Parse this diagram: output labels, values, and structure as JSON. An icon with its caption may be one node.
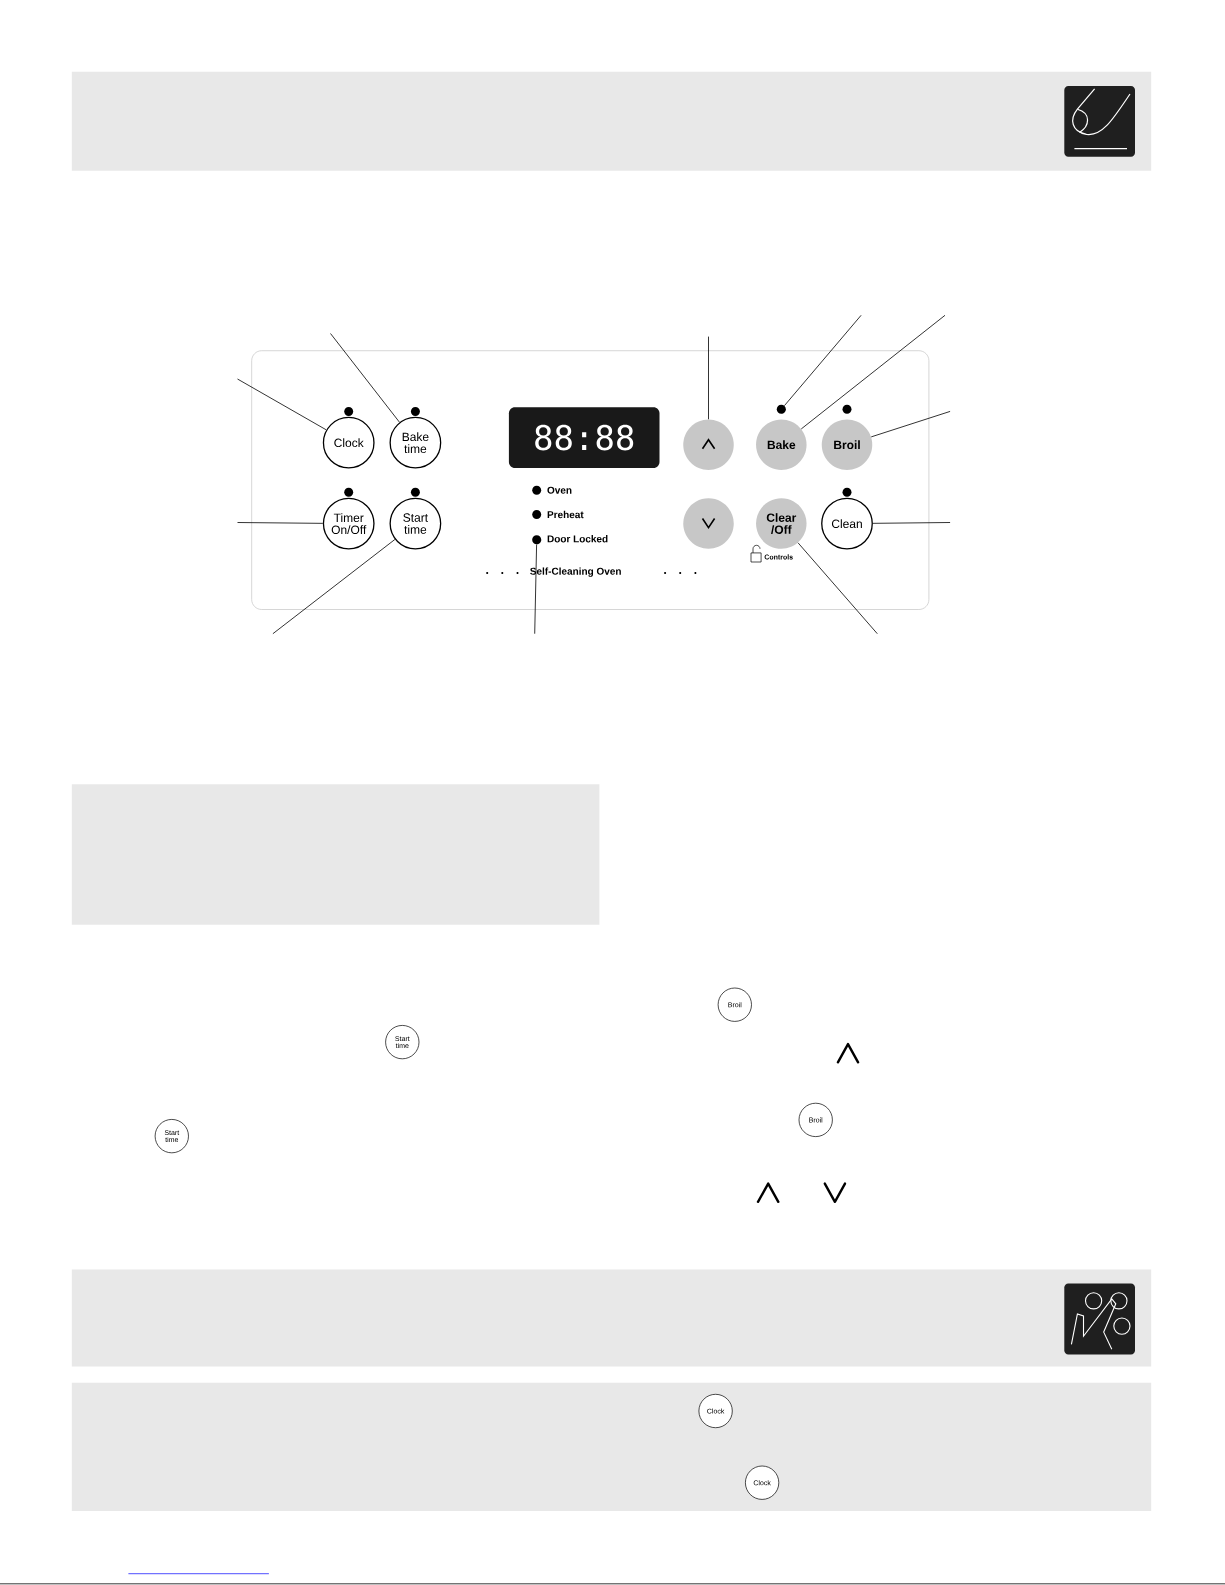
{
  "diagram": {
    "nodes": [
      {
        "text": [
          "Clock"
        ]
      },
      {
        "text": [
          "Bake time"
        ]
      },
      {
        "text": [
          "88:88"
        ]
      },
      {
        "text": [],
        "shape": "circle"
      },
      {
        "text": [],
        "shape": "circle"
      },
      {
        "text": [
          "Bake"
        ]
      },
      {
        "text": [
          "Broil"
        ]
      },
      {
        "text": [
          "Timer On/Off"
        ]
      },
      {
        "text": [
          "Start time"
        ]
      },
      {
        "text": [],
        "shape": "circle"
      },
      {
        "text": [],
        "shape": "circle"
      },
      {
        "text": [
          "Clear /Off"
        ]
      },
      {
        "text": [
          "Clean"
        ]
      },
      {
        "text": [
          "Start time"
        ]
      },
      {
        "text": [
          "Start time"
        ]
      },
      {
        "text": [
          "Broil"
        ]
      },
      {
        "text": [
          "Broil"
        ]
      },
      {
        "text": [
          "Clock"
        ]
      },
      {
        "text": [
          "Clock"
        ]
      }
    ],
    "edges": [
      {
        "from": null,
        "to": 0,
        "arrow": "none"
      },
      {
        "from": null,
        "to": 1,
        "arrow": "none"
      },
      {
        "from": null,
        "to": 7,
        "arrow": "none"
      },
      {
        "from": null,
        "to": 8,
        "arrow": "none"
      },
      {
        "from": null,
        "to": 9,
        "arrow": "none"
      },
      {
        "from": null,
        "to": 3,
        "arrow": "none"
      },
      {
        "from": null,
        "to": 4,
        "arrow": "none"
      },
      {
        "from": null,
        "to": 5,
        "arrow": "none"
      },
      {
        "from": null,
        "to": 6,
        "arrow": "none"
      },
      {
        "from": null,
        "to": 12,
        "arrow": "none"
      },
      {
        "from": null,
        "to": 11,
        "arrow": "none"
      }
    ],
    "labels": [
      "Oven",
      "Preheat",
      "Door Locked",
      "Self-Cleaning Oven",
      "Controls"
    ]
  }
}
